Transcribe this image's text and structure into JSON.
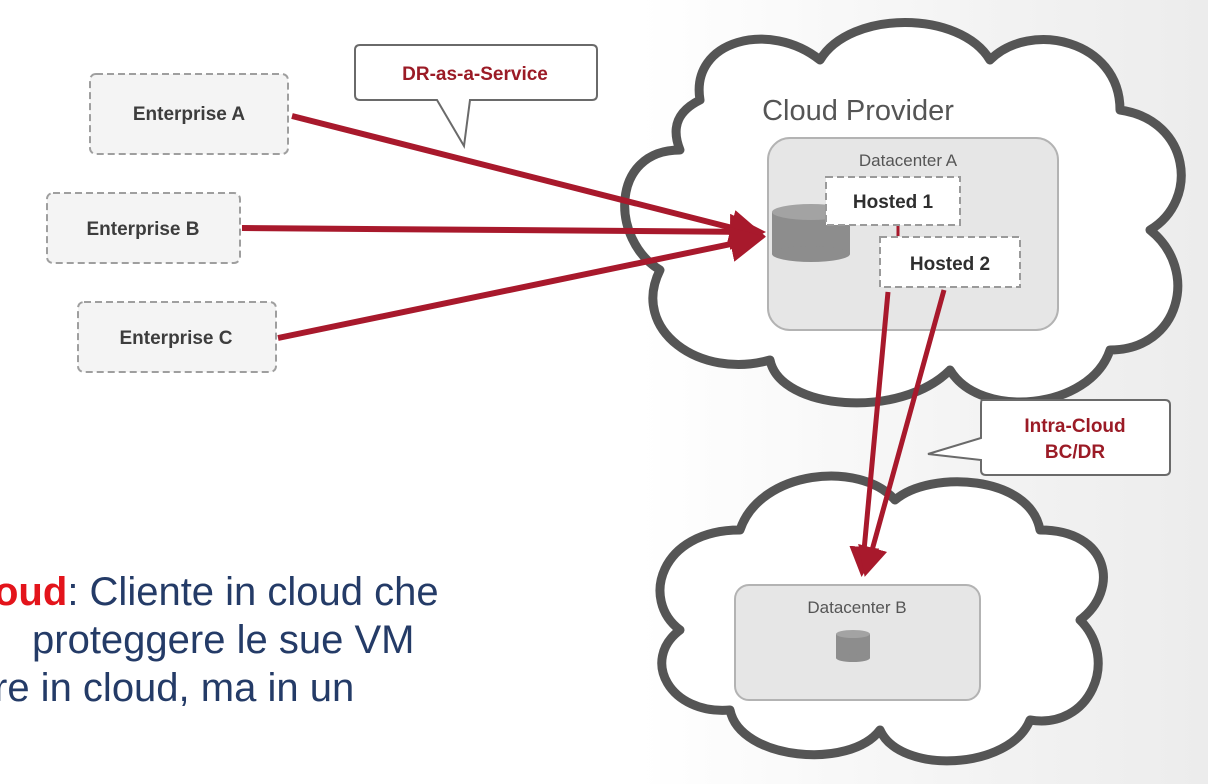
{
  "diagram": {
    "enterprises": [
      "Enterprise A",
      "Enterprise B",
      "Enterprise C"
    ],
    "callout_dr_service": "DR-as-a-Service",
    "cloud_provider_label": "Cloud Provider",
    "datacenter_a_label": "Datacenter A",
    "hosted_1_label": "Hosted 1",
    "hosted_2_label": "Hosted 2",
    "callout_intra_cloud": [
      "Intra-Cloud",
      "BC/DR"
    ],
    "datacenter_b_label": "Datacenter B",
    "colors": {
      "arrow": "#a8192c",
      "cloud_outline": "#555555",
      "callout_text": "#9b1b26"
    }
  },
  "caption": {
    "line1_highlight": "oud",
    "line1_rest": ": Cliente in cloud che",
    "line2": "proteggere le sue VM",
    "line3": "re in cloud, ma in un"
  }
}
